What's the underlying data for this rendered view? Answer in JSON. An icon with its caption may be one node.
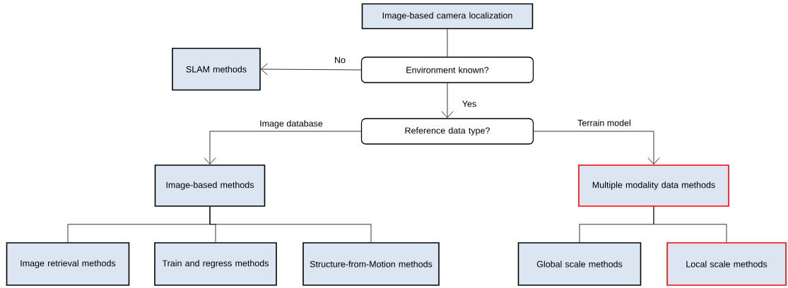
{
  "diagram": {
    "nodes": [
      {
        "text": [
          "Image-based camera localization"
        ]
      },
      {
        "text": [
          "SLAM methods"
        ]
      },
      {
        "text": [
          "Environment known?"
        ]
      },
      {
        "text": [
          "Reference data type?"
        ]
      },
      {
        "text": [
          "Image-based methods"
        ]
      },
      {
        "text": [
          "Multiple modality data methods"
        ]
      },
      {
        "text": [
          "Image retrieval methods"
        ]
      },
      {
        "text": [
          "Train and regress methods"
        ]
      },
      {
        "text": [
          "Structure-from-Motion methods"
        ]
      },
      {
        "text": [
          "Global scale methods"
        ]
      },
      {
        "text": [
          "Local scale methods"
        ]
      }
    ],
    "edges": [
      {
        "from": 0,
        "to": 2,
        "arrow": "none"
      },
      {
        "from": 2,
        "to": 1,
        "arrow": "to",
        "label": "No"
      },
      {
        "from": 2,
        "to": 3,
        "arrow": "to",
        "label": "Yes"
      },
      {
        "from": 3,
        "to": 4,
        "arrow": "to",
        "label": "Image database"
      },
      {
        "from": 3,
        "to": 5,
        "arrow": "to",
        "label": "Terrain model"
      },
      {
        "from": 4,
        "to": 6,
        "arrow": "none"
      },
      {
        "from": 4,
        "to": 7,
        "arrow": "none"
      },
      {
        "from": 4,
        "to": 8,
        "arrow": "none"
      },
      {
        "from": 5,
        "to": 9,
        "arrow": "none"
      },
      {
        "from": 5,
        "to": 10,
        "arrow": "none"
      }
    ]
  }
}
